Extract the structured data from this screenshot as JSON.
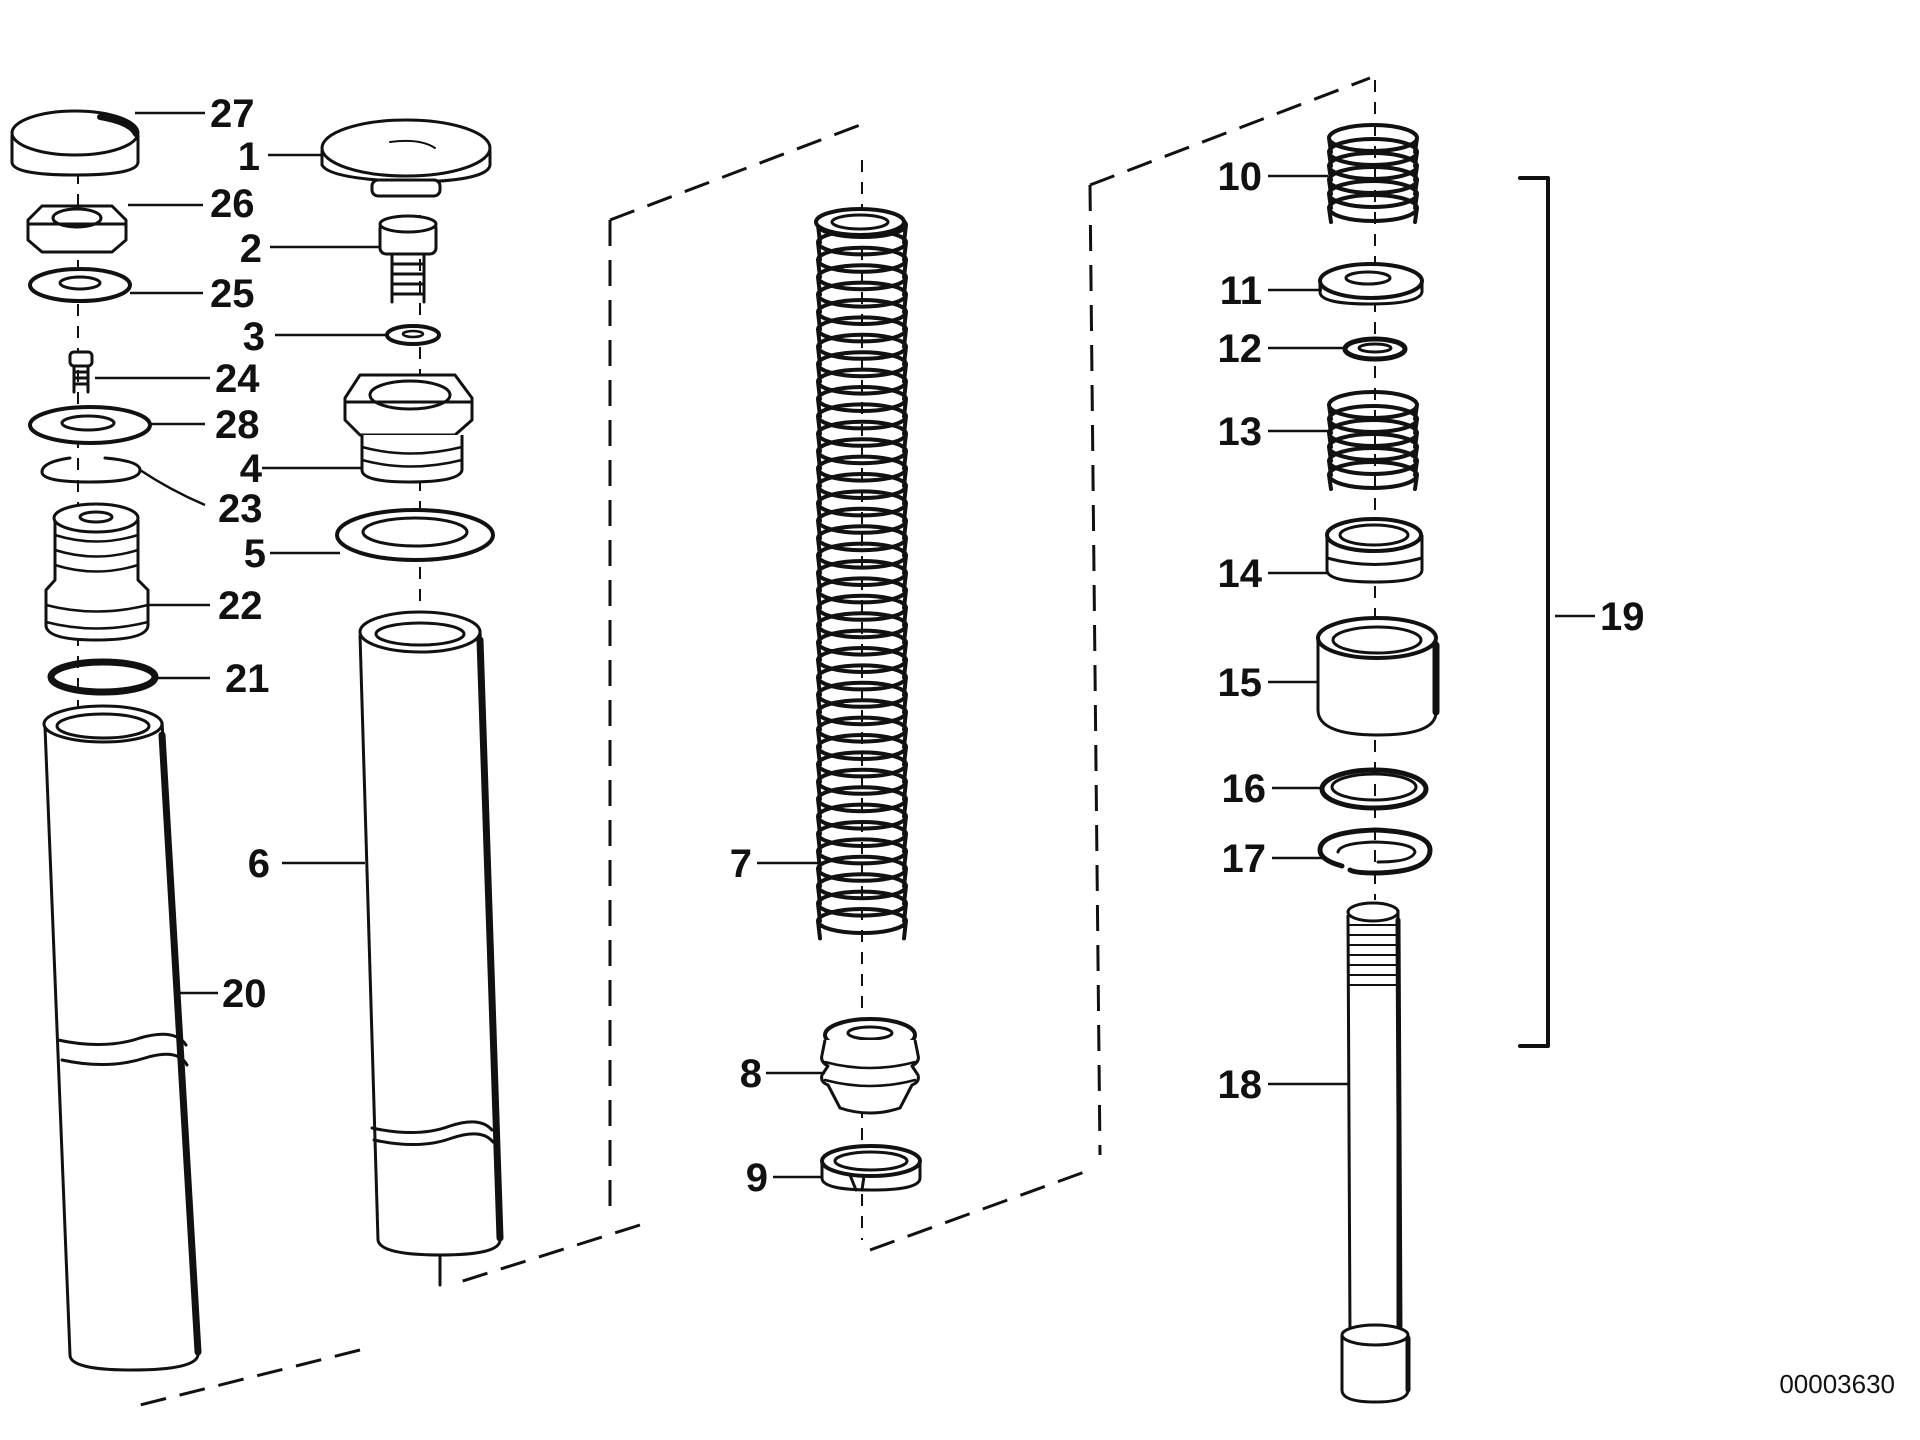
{
  "diagram": {
    "document_number": "00003630",
    "ink_color": "#111111",
    "paper_color": "#ffffff",
    "callouts": [
      {
        "id": "1",
        "label": "1"
      },
      {
        "id": "2",
        "label": "2"
      },
      {
        "id": "3",
        "label": "3"
      },
      {
        "id": "4",
        "label": "4"
      },
      {
        "id": "5",
        "label": "5"
      },
      {
        "id": "6",
        "label": "6"
      },
      {
        "id": "7",
        "label": "7"
      },
      {
        "id": "8",
        "label": "8"
      },
      {
        "id": "9",
        "label": "9"
      },
      {
        "id": "10",
        "label": "10"
      },
      {
        "id": "11",
        "label": "11"
      },
      {
        "id": "12",
        "label": "12"
      },
      {
        "id": "13",
        "label": "13"
      },
      {
        "id": "14",
        "label": "14"
      },
      {
        "id": "15",
        "label": "15"
      },
      {
        "id": "16",
        "label": "16"
      },
      {
        "id": "17",
        "label": "17"
      },
      {
        "id": "18",
        "label": "18"
      },
      {
        "id": "19",
        "label": "19"
      },
      {
        "id": "20",
        "label": "20"
      },
      {
        "id": "21",
        "label": "21"
      },
      {
        "id": "22",
        "label": "22"
      },
      {
        "id": "23",
        "label": "23"
      },
      {
        "id": "24",
        "label": "24"
      },
      {
        "id": "25",
        "label": "25"
      },
      {
        "id": "26",
        "label": "26"
      },
      {
        "id": "27",
        "label": "27"
      },
      {
        "id": "28",
        "label": "28"
      }
    ]
  }
}
